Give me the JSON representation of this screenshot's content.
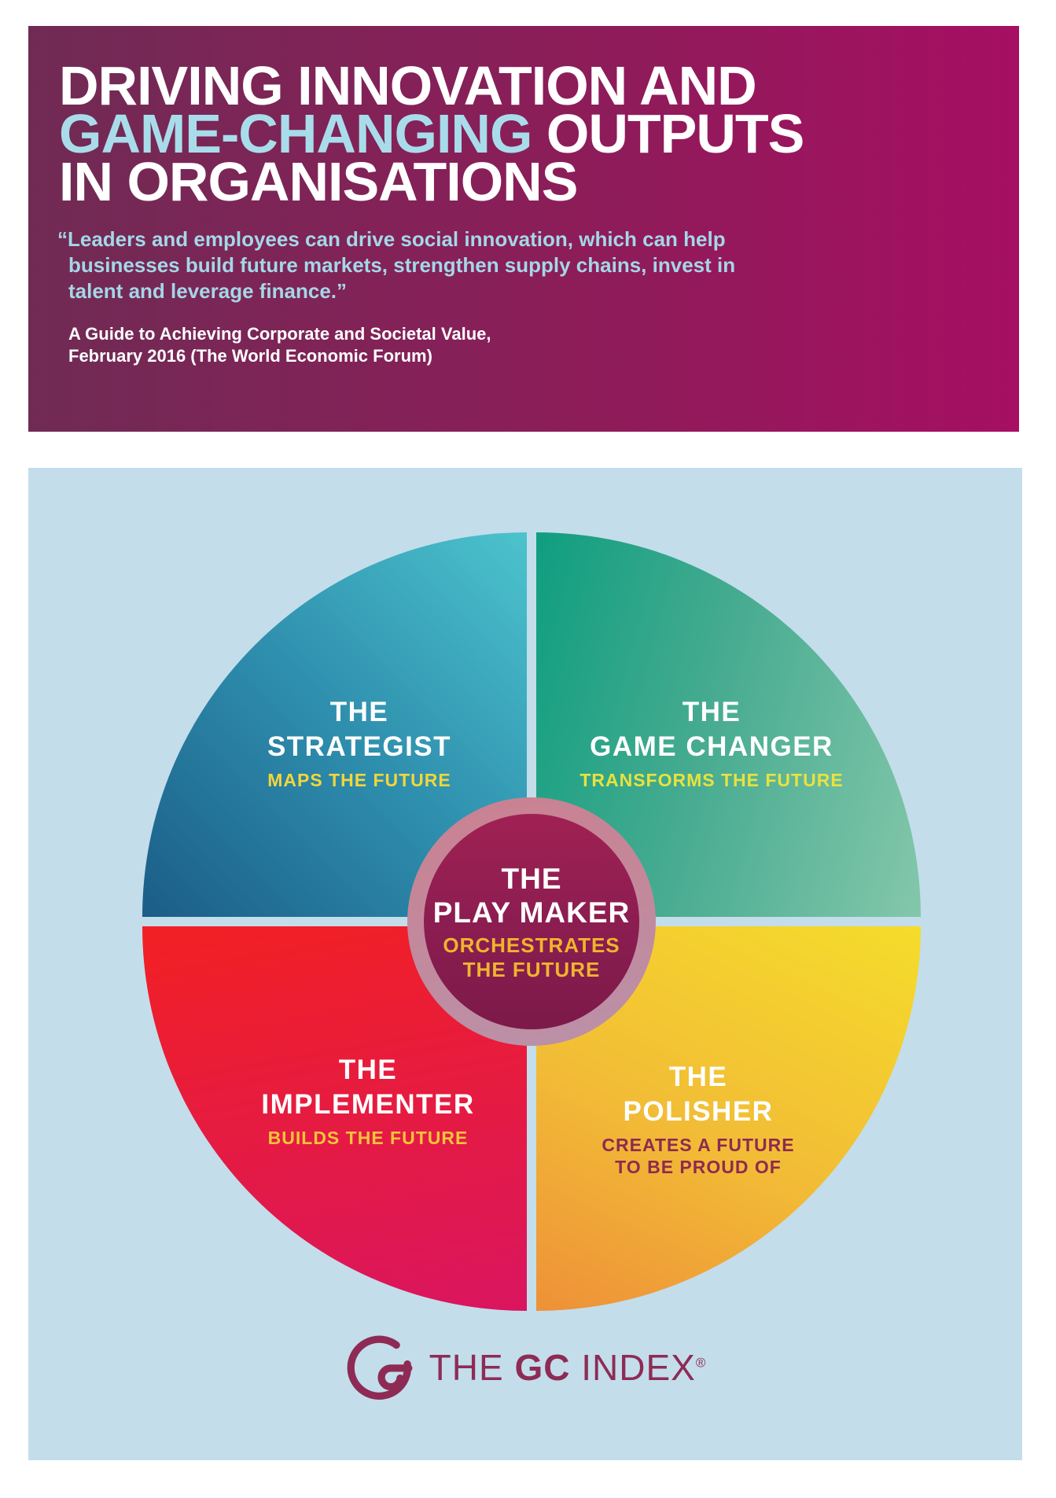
{
  "header": {
    "title_line1": "DRIVING INNOVATION AND",
    "title_line2_highlight": "GAME-CHANGING",
    "title_line2_rest": " OUTPUTS",
    "title_line3": "IN ORGANISATIONS",
    "quote_line1": "“Leaders and employees can drive social innovation, which can help",
    "quote_line2": "businesses build future markets, strengthen supply chains, invest in",
    "quote_line3": "talent and leverage finance.”",
    "attribution_line1": "A Guide to Achieving Corporate and Societal Value,",
    "attribution_line2": "February 2016 (The World Economic Forum)"
  },
  "diagram": {
    "quadrants": [
      {
        "id": "strategist",
        "title_line1": "THE",
        "title_line2": "STRATEGIST",
        "subtitle": "MAPS THE FUTURE",
        "subtitle_color": "#f2d63a",
        "gradient": [
          "#4cc3cd",
          "#1b5d88"
        ]
      },
      {
        "id": "game-changer",
        "title_line1": "THE",
        "title_line2": "GAME CHANGER",
        "subtitle": "TRANSFORMS THE FUTURE",
        "subtitle_color": "#e9e23e",
        "gradient": [
          "#0f9e80",
          "#84c7ab"
        ]
      },
      {
        "id": "implementer",
        "title_line1": "THE",
        "title_line2": "IMPLEMENTER",
        "subtitle": "BUILDS THE FUTURE",
        "subtitle_color": "#f4c43a",
        "gradient": [
          "#f22023",
          "#da155f"
        ]
      },
      {
        "id": "polisher",
        "title_line1": "THE",
        "title_line2": "POLISHER",
        "subtitle_line1": "CREATES A FUTURE",
        "subtitle_line2": "TO BE PROUD OF",
        "subtitle_color": "#8e2a50",
        "gradient": [
          "#f5dc2b",
          "#ee9138"
        ]
      }
    ],
    "center": {
      "title_line1": "THE",
      "title_line2": "PLAY MAKER",
      "subtitle_line1": "ORCHESTRATES",
      "subtitle_line2": "THE FUTURE",
      "subtitle_color": "#f0b42d",
      "circle_gradient": [
        "#a02153",
        "#7c1a49"
      ],
      "ring_color": "#c18b9e"
    }
  },
  "footer_logo": {
    "text_the": "THE ",
    "text_gc": "GC",
    "text_index": " INDEX",
    "registered": "®",
    "color": "#8e2b55"
  },
  "colors": {
    "header_gradient": [
      "#702b54",
      "#a60f62"
    ],
    "title_highlight": "#a9dcea",
    "quote_text": "#a4d7e7",
    "panel_background": "#c3ddeb",
    "page_background": "#ffffff"
  }
}
